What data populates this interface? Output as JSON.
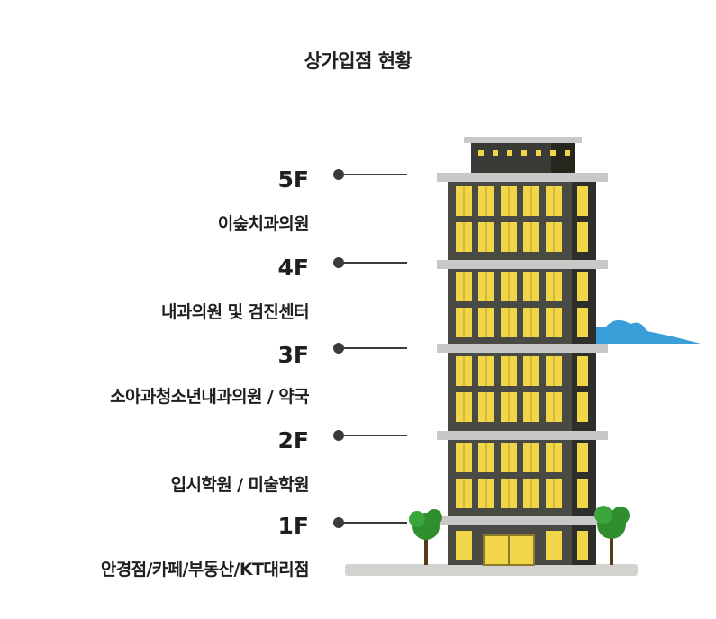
{
  "title": "상가입점 현황",
  "floors": [
    {
      "floor": "5F",
      "tenants": "이숲치과의원"
    },
    {
      "floor": "4F",
      "tenants": "내과의원 및 검진센터"
    },
    {
      "floor": "3F",
      "tenants": "소아과청소년내과의원 / 약국"
    },
    {
      "floor": "2F",
      "tenants": "입시학원 / 미술학원"
    },
    {
      "floor": "1F",
      "tenants": "안경점/카페/부동산/KT대리점"
    }
  ],
  "colors": {
    "building": "#4a4a44",
    "building_shade": "#2e2e2a",
    "window": "#f2d64a",
    "ledge": "#c8c8c8",
    "ground": "#d4d2cf",
    "tree": "#2f8f2f",
    "cloud": "#3a9ed8"
  }
}
